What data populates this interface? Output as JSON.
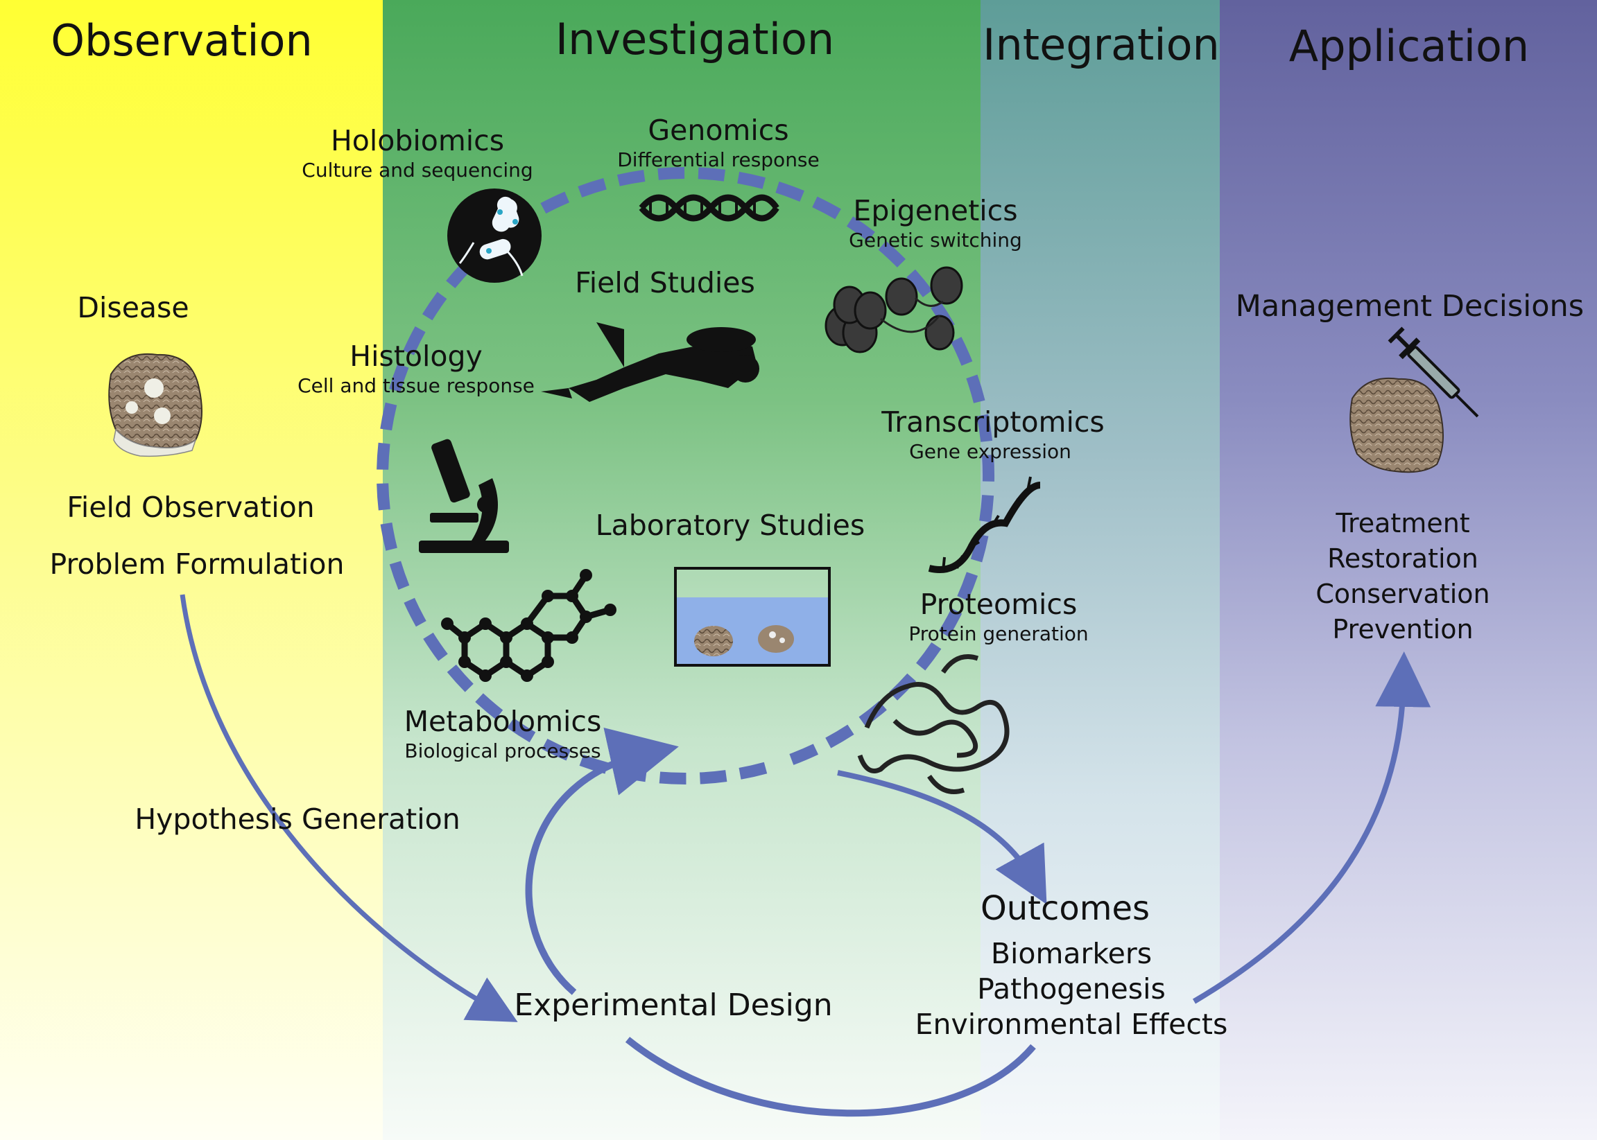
{
  "panels": {
    "observation": "Observation",
    "investigation": "Investigation",
    "integration": "Integration",
    "application": "Application"
  },
  "observation": {
    "disease": "Disease",
    "field_observation": "Field Observation",
    "problem_formulation": "Problem Formulation",
    "hypothesis_generation": "Hypothesis Generation"
  },
  "investigation": {
    "holobiomics": {
      "title": "Holobiomics",
      "subtitle": "Culture and sequencing"
    },
    "genomics": {
      "title": "Genomics",
      "subtitle": "Differential response"
    },
    "epigenetics": {
      "title": "Epigenetics",
      "subtitle": "Genetic switching"
    },
    "field_studies": "Field Studies",
    "histology": {
      "title": "Histology",
      "subtitle": "Cell and tissue response"
    },
    "transcriptomics": {
      "title": "Transcriptomics",
      "subtitle": "Gene expression"
    },
    "laboratory_studies": "Laboratory Studies",
    "proteomics": {
      "title": "Proteomics",
      "subtitle": "Protein generation"
    },
    "metabolomics": {
      "title": "Metabolomics",
      "subtitle": "Biological processes"
    }
  },
  "experimental_design": "Experimental Design",
  "outcomes": {
    "title": "Outcomes",
    "items": [
      "Biomarkers",
      "Pathogenesis",
      "Environmental Effects"
    ]
  },
  "application": {
    "management_decisions": "Management Decisions",
    "items": [
      "Treatment",
      "Restoration",
      "Conservation",
      "Prevention"
    ]
  },
  "icons": [
    "bacteria-icon",
    "dna-icon",
    "nucleosome-icon",
    "diver-icon",
    "microscope-icon",
    "rna-icon",
    "aquarium-tank-icon",
    "molecule-icon",
    "protein-icon",
    "coral-icon",
    "syringe-icon"
  ],
  "colors": {
    "arrow": "#5d6fb8",
    "observation": "#ffff33",
    "investigation": "#4aa95a",
    "integration": "#5e9d98",
    "application": "#62629e"
  }
}
